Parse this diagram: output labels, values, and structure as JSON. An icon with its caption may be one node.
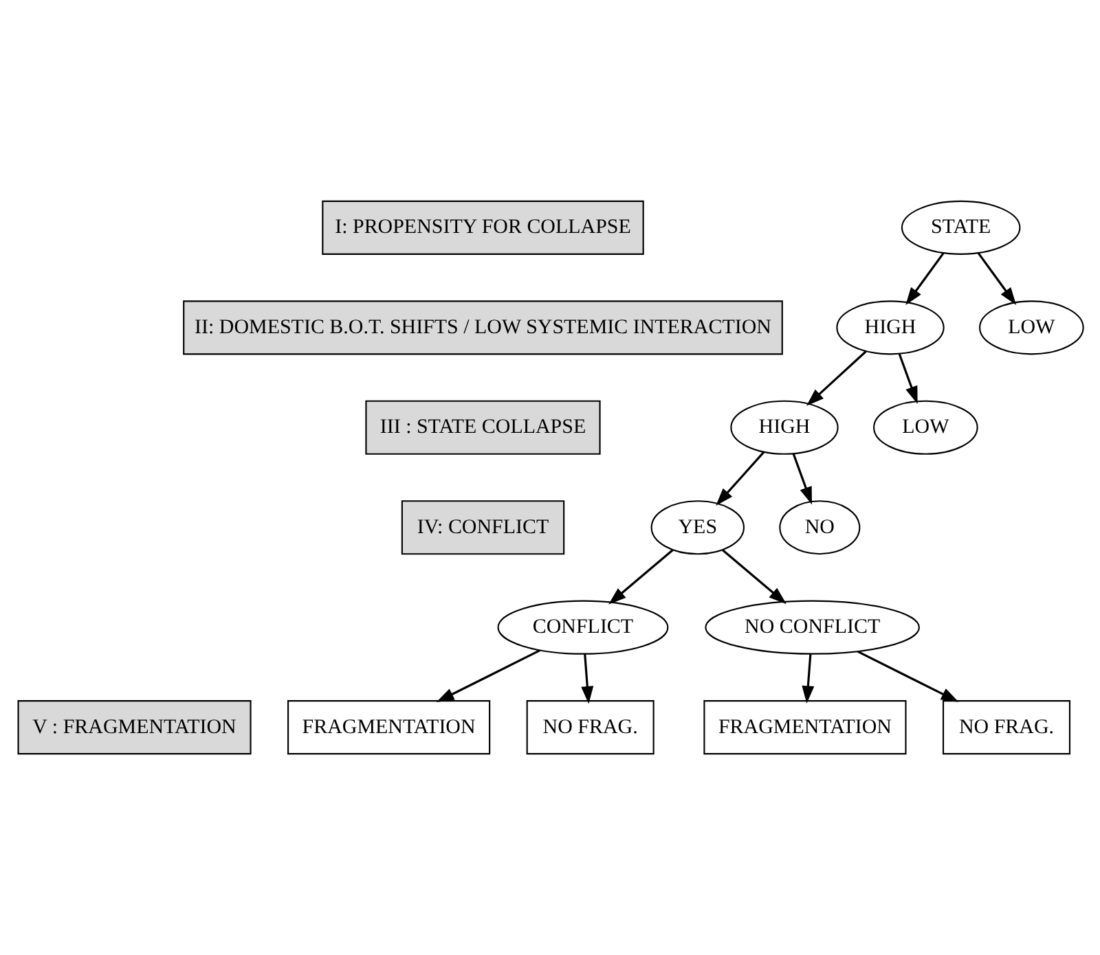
{
  "diagram": {
    "nodes": [
      {
        "text": [
          "STATE"
        ]
      },
      {
        "text": [
          "HIGH"
        ]
      },
      {
        "text": [
          "LOW"
        ]
      },
      {
        "text": [
          "HIGH"
        ]
      },
      {
        "text": [
          "LOW"
        ]
      },
      {
        "text": [
          "YES"
        ]
      },
      {
        "text": [
          "NO"
        ]
      },
      {
        "text": [
          "CONFLICT"
        ]
      },
      {
        "text": [
          "NO CONFLICT"
        ]
      },
      {
        "text": [
          "FRAGMENTATION"
        ]
      },
      {
        "text": [
          "NO FRAG."
        ]
      },
      {
        "text": [
          "FRAGMENTATION"
        ]
      },
      {
        "text": [
          "NO FRAG."
        ]
      },
      {
        "text": [
          "I: PROPENSITY FOR COLLAPSE"
        ]
      },
      {
        "text": [
          "II: DOMESTIC B.O.T. SHIFTS / LOW SYSTEMIC INTERACTION"
        ]
      },
      {
        "text": [
          "III : STATE COLLAPSE"
        ]
      },
      {
        "text": [
          "IV: CONFLICT"
        ]
      },
      {
        "text": [
          "V : FRAGMENTATION"
        ]
      }
    ],
    "edges": [
      {
        "from": 0,
        "to": 1,
        "arrow": "to"
      },
      {
        "from": 0,
        "to": 2,
        "arrow": "to"
      },
      {
        "from": 1,
        "to": 3,
        "arrow": "to"
      },
      {
        "from": 1,
        "to": 4,
        "arrow": "to"
      },
      {
        "from": 3,
        "to": 5,
        "arrow": "to"
      },
      {
        "from": 3,
        "to": 6,
        "arrow": "to"
      },
      {
        "from": 5,
        "to": 7,
        "arrow": "to"
      },
      {
        "from": 5,
        "to": 8,
        "arrow": "to"
      },
      {
        "from": 7,
        "to": 9,
        "arrow": "to"
      },
      {
        "from": 7,
        "to": 10,
        "arrow": "to"
      },
      {
        "from": 8,
        "to": 11,
        "arrow": "to"
      },
      {
        "from": 8,
        "to": 12,
        "arrow": "to"
      }
    ]
  }
}
